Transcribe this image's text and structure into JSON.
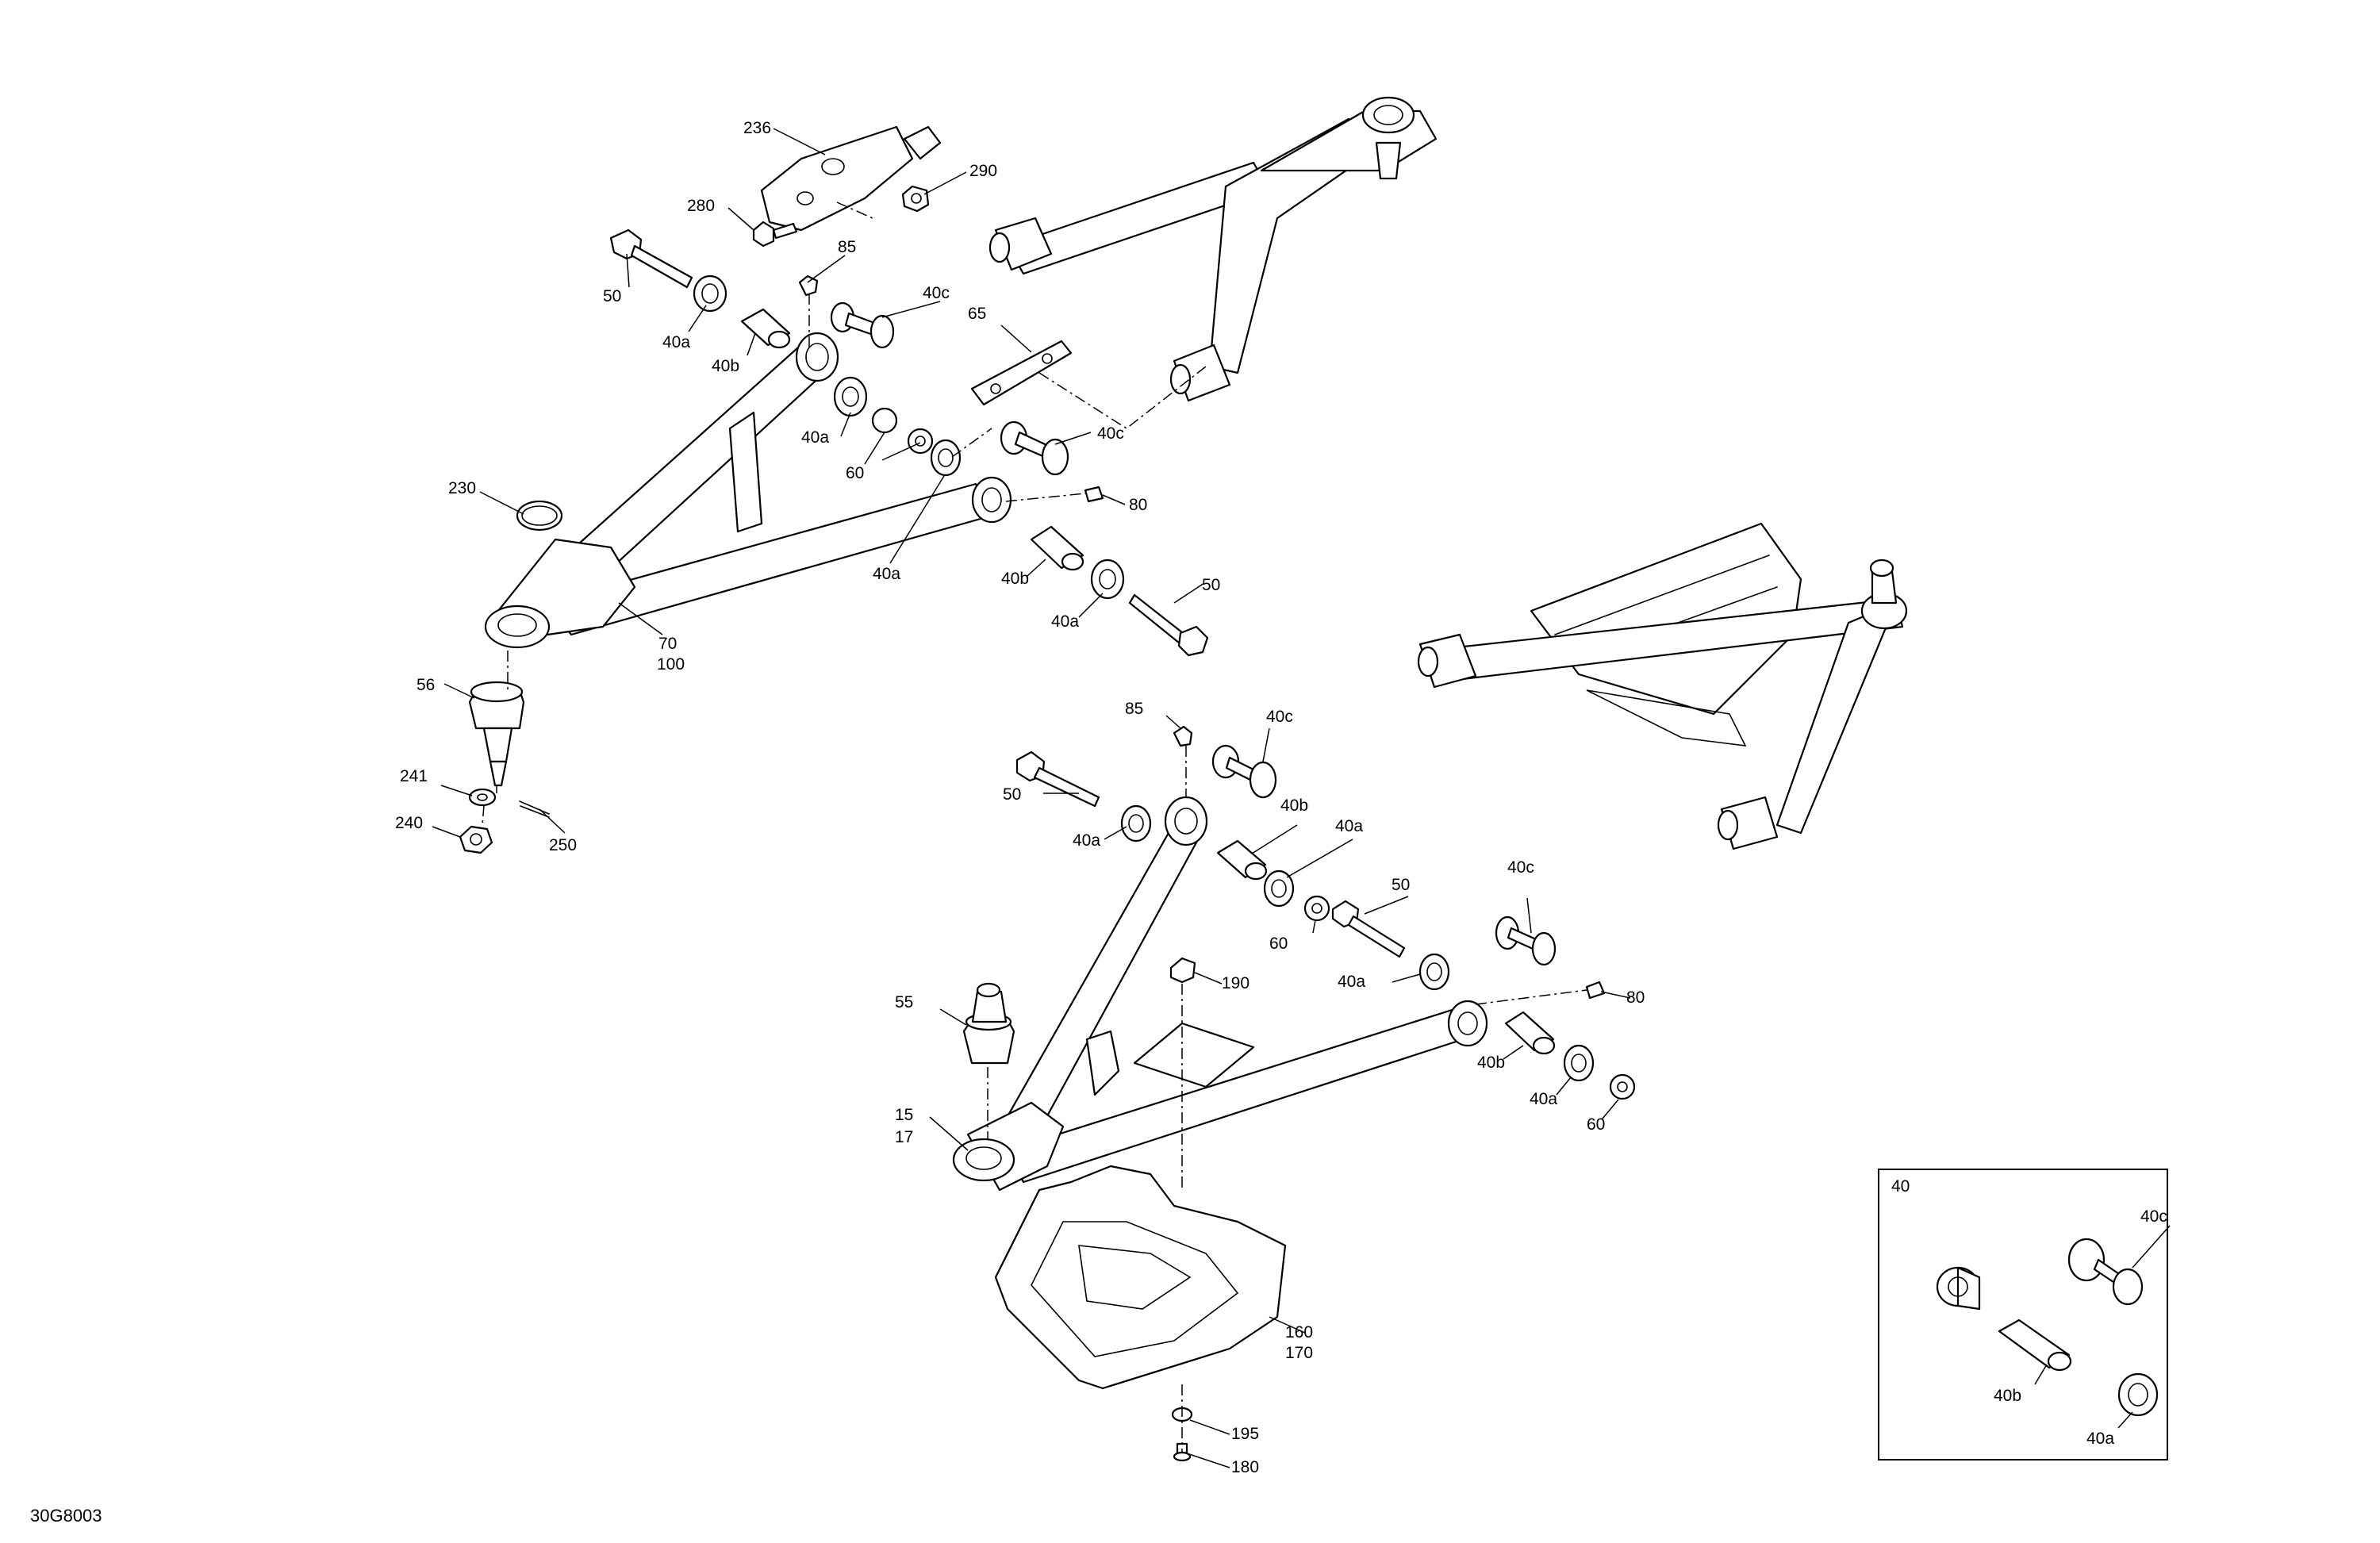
{
  "drawing_code": "30G8003",
  "inset_title": "40",
  "labels": {
    "l236": "236",
    "l290": "290",
    "l280": "280",
    "l85a": "85",
    "l50a": "50",
    "l40a_1": "40a",
    "l40c_1": "40c",
    "l40b_1": "40b",
    "l65": "65",
    "l40a_2": "40a",
    "l60a": "60",
    "l40c_2": "40c",
    "l230": "230",
    "l80a": "80",
    "l40a_3": "40a",
    "l40b_2": "40b",
    "l50b": "50",
    "l40a_4": "40a",
    "l70": "70",
    "l100": "100",
    "l56": "56",
    "l241": "241",
    "l240": "240",
    "l250": "250",
    "l85b": "85",
    "l40c_3": "40c",
    "l50c": "50",
    "l40a_5": "40a",
    "l40b_3": "40b",
    "l40a_6": "40a",
    "l50d": "50",
    "l60b": "60",
    "l40c_4": "40c",
    "l40a_7": "40a",
    "l80b": "80",
    "l190": "190",
    "l55": "55",
    "l40b_4": "40b",
    "l40a_8": "40a",
    "l60c": "60",
    "l15": "15",
    "l17": "17",
    "l160": "160",
    "l170": "170",
    "l195": "195",
    "l180": "180",
    "inset_40c": "40c",
    "inset_40b": "40b",
    "inset_40a": "40a"
  }
}
